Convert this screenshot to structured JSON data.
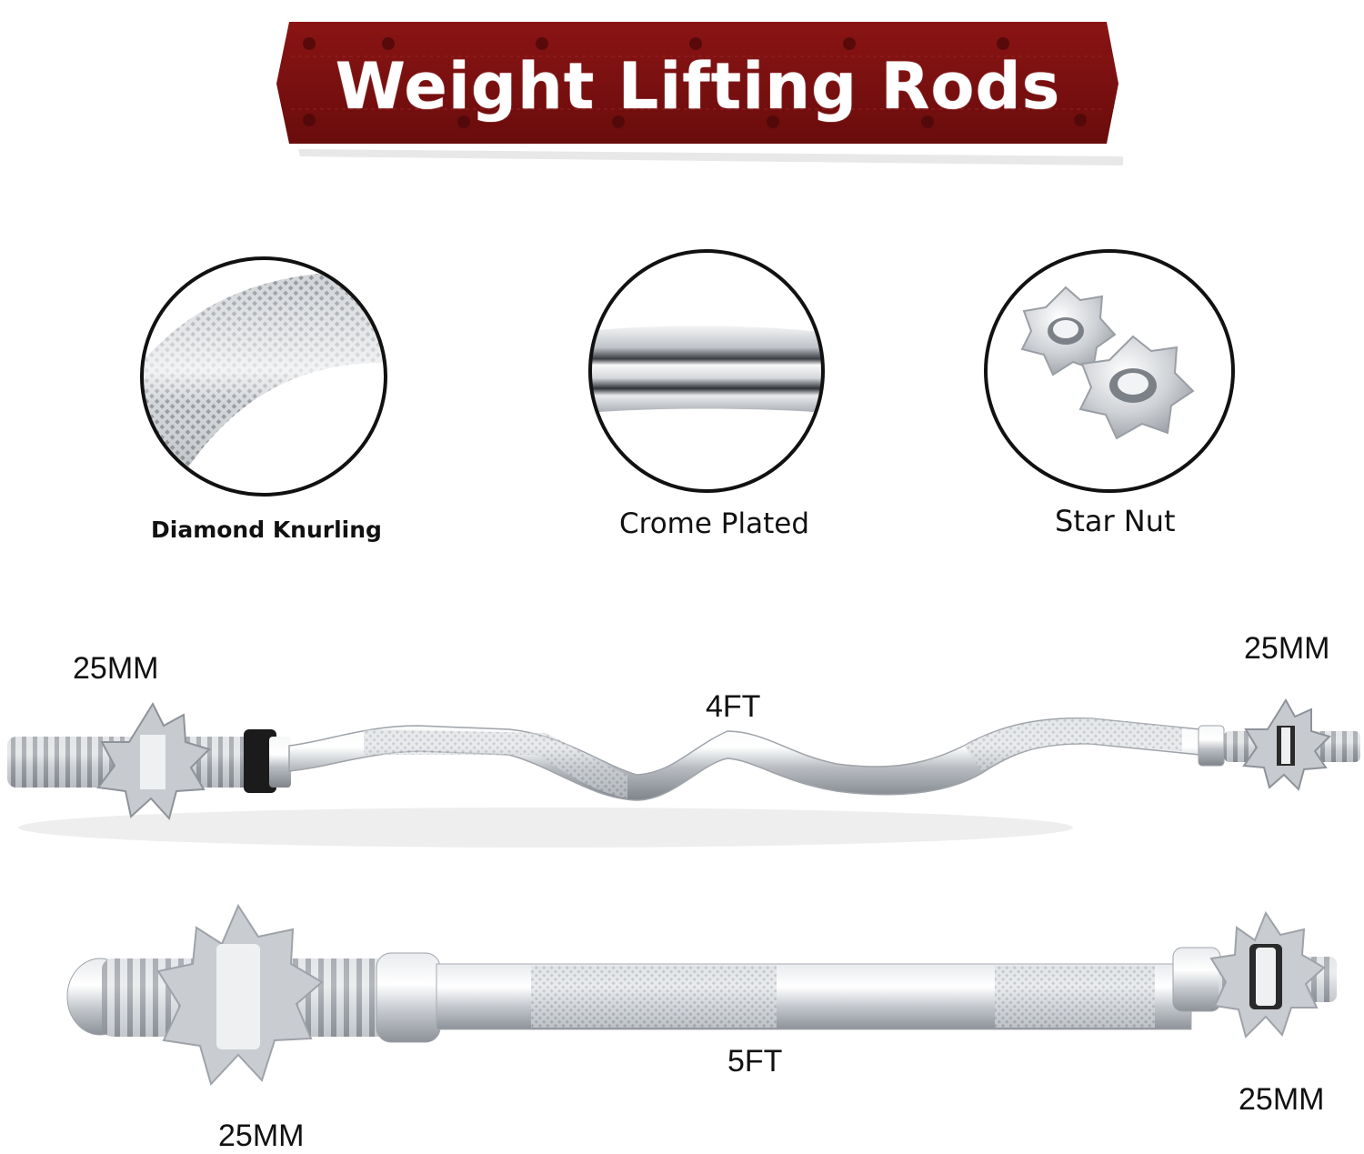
{
  "header": {
    "title": "Weight Lifting Rods"
  },
  "features": [
    {
      "label": "Diamond Knurling",
      "icon": "knurled-bar-closeup-icon"
    },
    {
      "label": "Crome Plated",
      "icon": "chrome-bar-closeup-icon"
    },
    {
      "label": "Star Nut",
      "icon": "star-nut-icon"
    }
  ],
  "curl_rod": {
    "length": "4FT",
    "left_diameter": "25MM",
    "right_diameter": "25MM"
  },
  "straight_rod": {
    "length": "5FT",
    "left_diameter": "25MM",
    "right_diameter": "25MM"
  },
  "colors": {
    "banner": "#7b1010",
    "banner_dark": "#5a0a0a",
    "chrome": "#c9ccd0",
    "outline": "#111111"
  }
}
